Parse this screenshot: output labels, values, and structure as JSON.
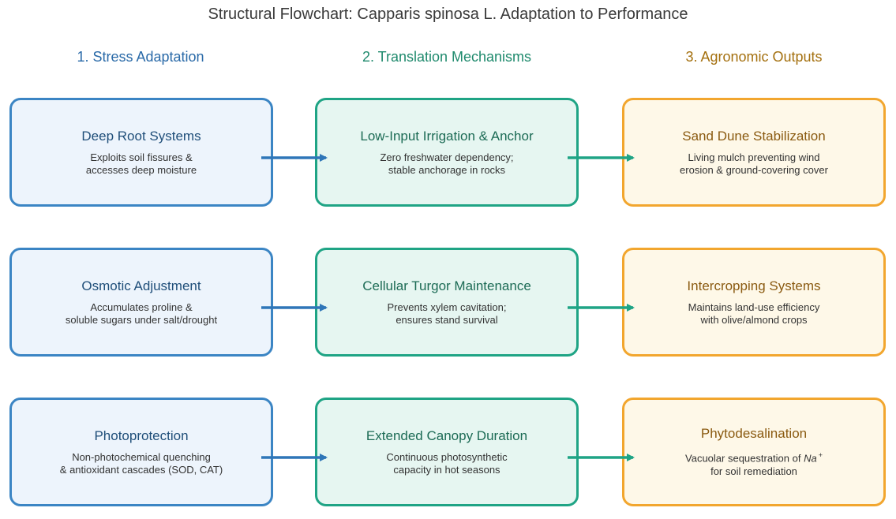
{
  "title": "Structural Flowchart: Capparis spinosa L. Adaptation to Performance",
  "columns": [
    {
      "label": "1. Stress Adaptation",
      "color": "#2a6aa8"
    },
    {
      "label": "2. Translation Mechanisms",
      "color": "#1f8a6d"
    },
    {
      "label": "3. Agronomic Outputs",
      "color": "#a4700f"
    }
  ],
  "rows": [
    {
      "adaptation": {
        "title": "Deep Root Systems",
        "line1": "Exploits soil fissures &",
        "line2": "accesses deep moisture"
      },
      "mechanism": {
        "title": "Low-Input Irrigation & Anchor",
        "line1": "Zero freshwater dependency;",
        "line2": "stable anchorage in rocks"
      },
      "output": {
        "title": "Sand Dune Stabilization",
        "line1": "Living mulch preventing wind",
        "line2": "erosion & ground-covering cover"
      }
    },
    {
      "adaptation": {
        "title": "Osmotic Adjustment",
        "line1": "Accumulates proline &",
        "line2": "soluble sugars under salt/drought"
      },
      "mechanism": {
        "title": "Cellular Turgor Maintenance",
        "line1": "Prevents xylem cavitation;",
        "line2": "ensures stand survival"
      },
      "output": {
        "title": "Intercropping Systems",
        "line1": "Maintains land-use efficiency",
        "line2": "with olive/almond crops"
      }
    },
    {
      "adaptation": {
        "title": "Photoprotection",
        "line1": "Non-photochemical quenching",
        "line2": "& antioxidant cascades (SOD, CAT)"
      },
      "mechanism": {
        "title": "Extended Canopy Duration",
        "line1": "Continuous photosynthetic",
        "line2": "capacity in hot seasons"
      },
      "output": {
        "title": "Phytodesalination",
        "line1_prefix": "Vacuolar sequestration of ",
        "line1_ion": "Na",
        "line1_sup": "+",
        "line2": "for soil remediation"
      }
    }
  ],
  "colors": {
    "blue_border": "#3b85c4",
    "teal_border": "#1fa485",
    "orange_border": "#f2a62e",
    "arrow_blue": "#2f76b8",
    "arrow_teal": "#1fa485"
  }
}
